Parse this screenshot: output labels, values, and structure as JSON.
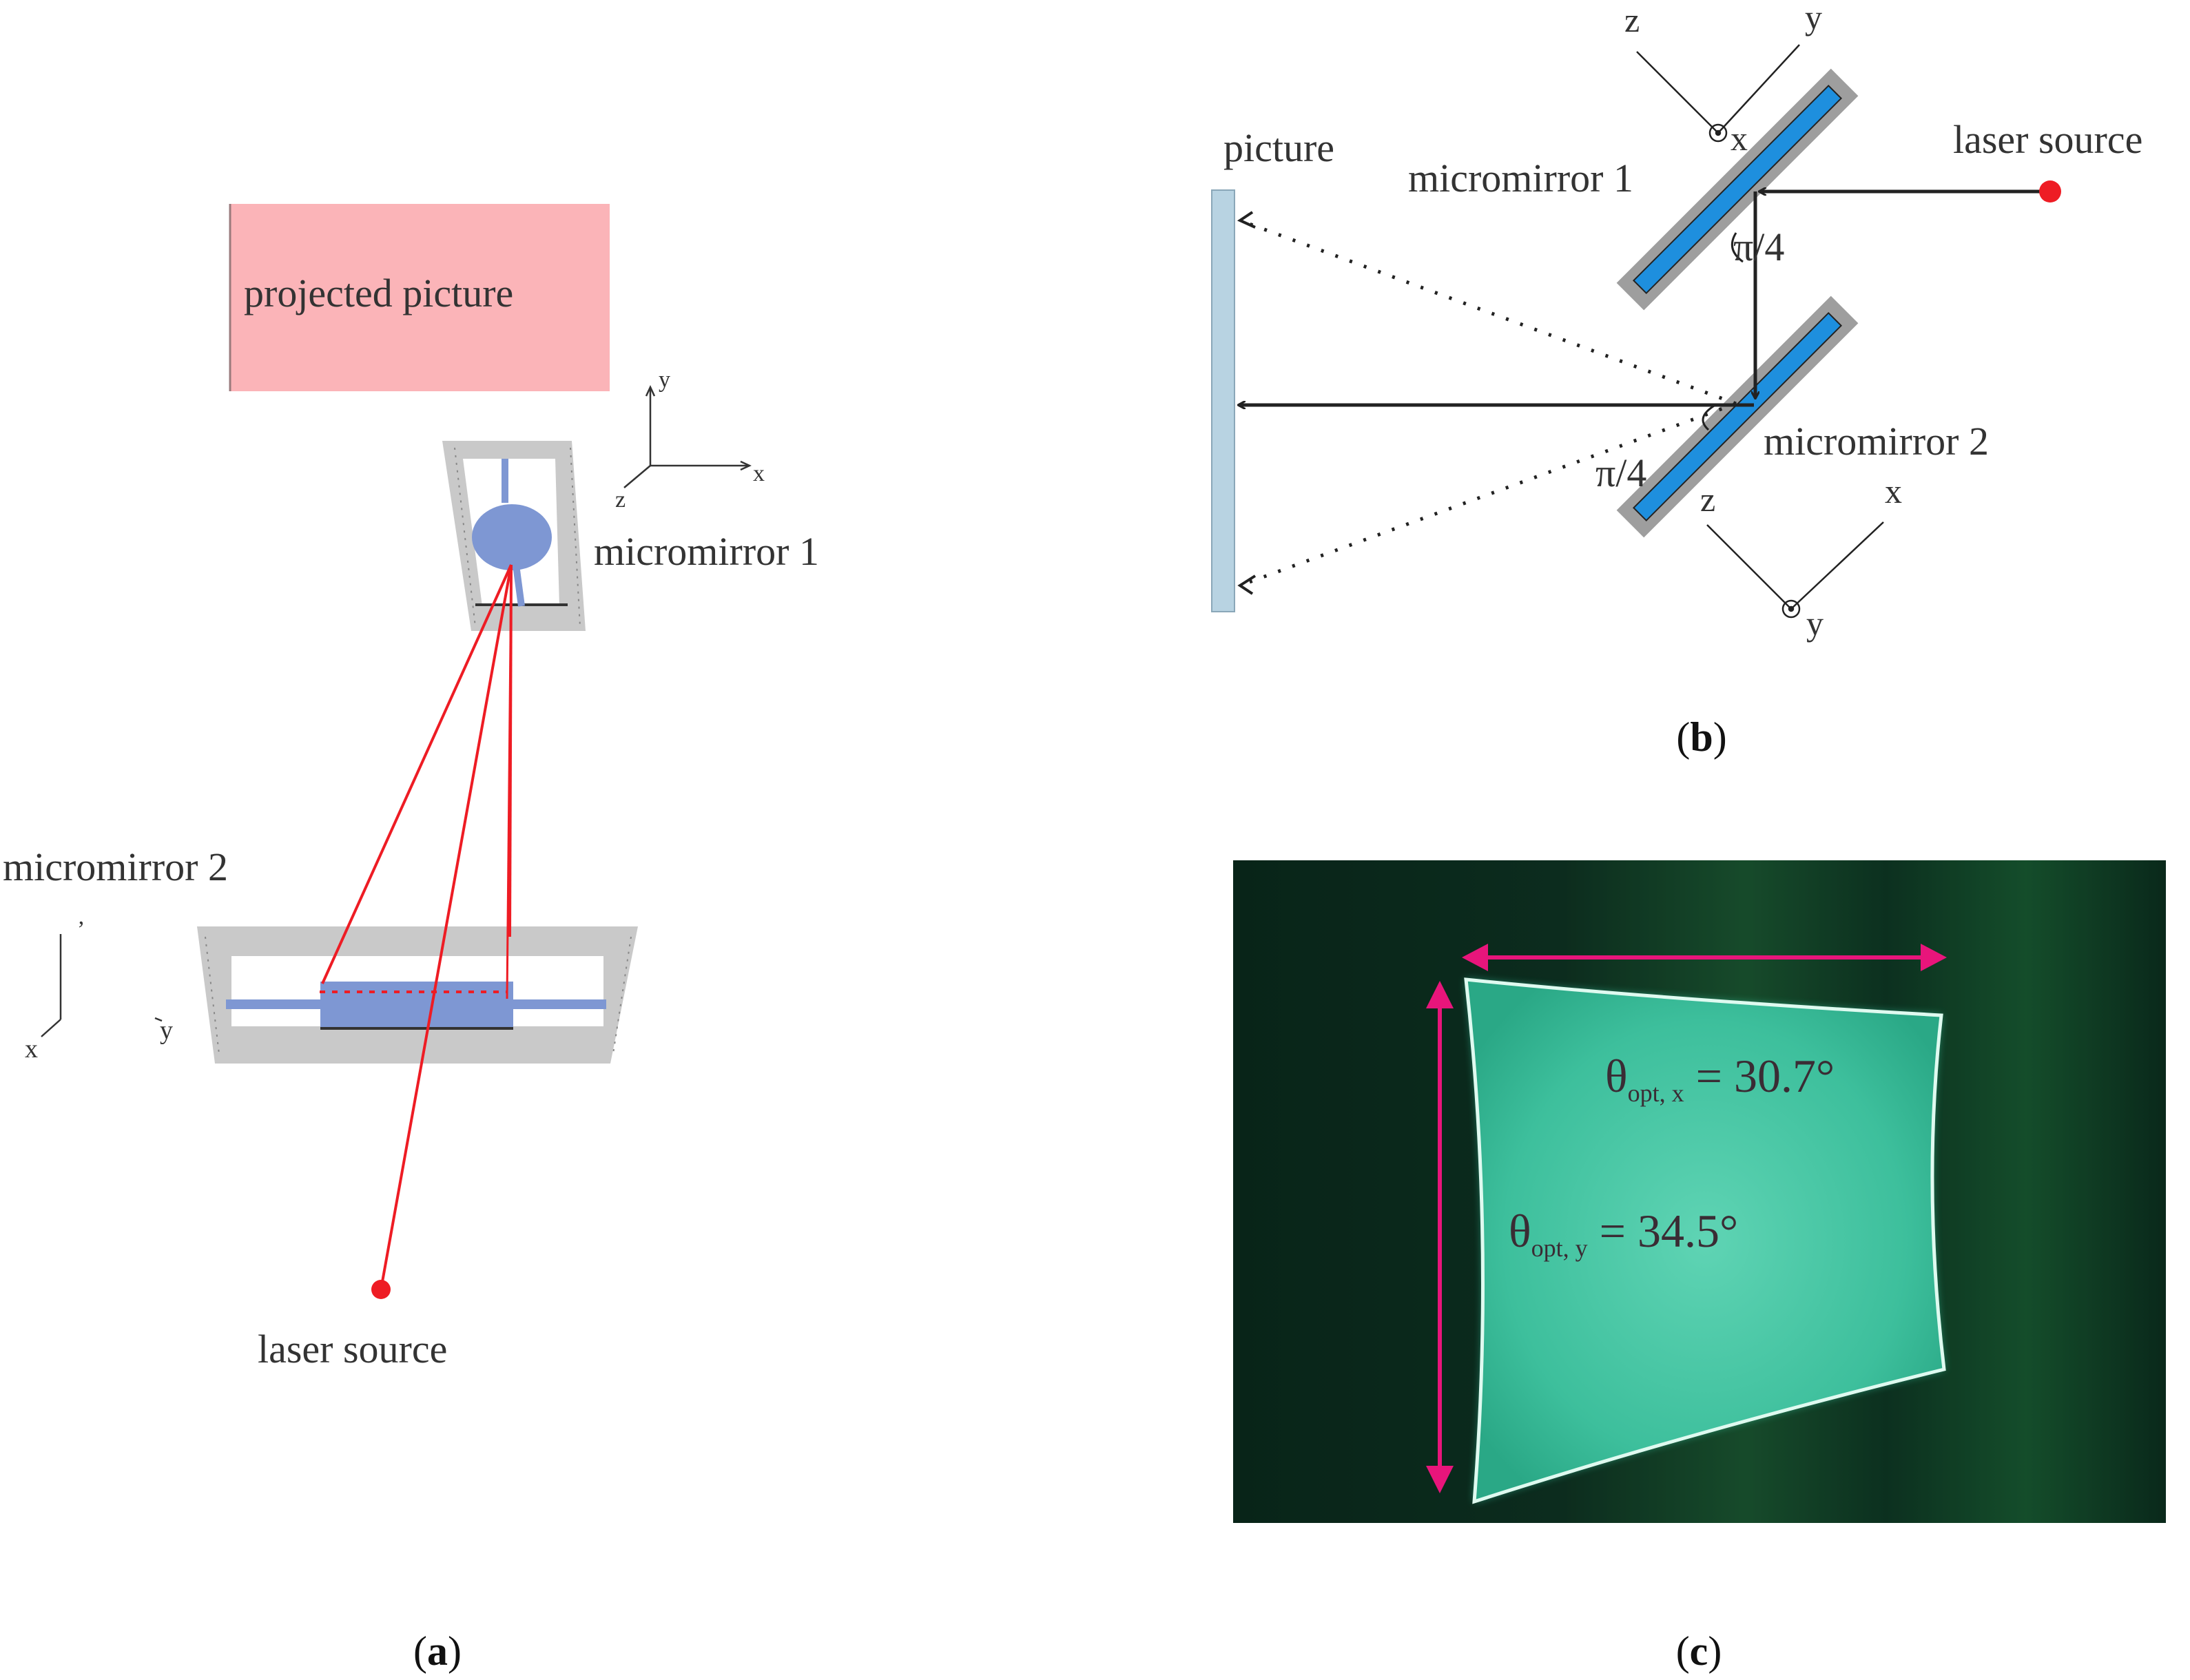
{
  "panel_a": {
    "projected_picture": "projected picture",
    "micromirror_1": "micromirror 1",
    "micromirror_2": "micromirror 2",
    "laser_source": "laser source",
    "axes_top": {
      "y": "y",
      "x": "x",
      "z": "z"
    },
    "axes_left": {
      "top": "’",
      "x": "x",
      "y": "y"
    },
    "caption_letter": "a"
  },
  "panel_b": {
    "picture": "picture",
    "micromirror_1": "micromirror 1",
    "micromirror_2": "micromirror 2",
    "laser_source": "laser source",
    "angle_1": "π/4",
    "angle_2": "π/4",
    "axes_top": {
      "z": "z",
      "y": "y",
      "x": "x"
    },
    "axes_bottom": {
      "z": "z",
      "x": "x",
      "y": "y"
    },
    "caption_letter": "b"
  },
  "panel_c": {
    "theta_x_symbol": "θ",
    "theta_x_sub": "opt, x",
    "theta_x_value": " = 30.7°",
    "theta_y_symbol": "θ",
    "theta_y_sub": "opt, y",
    "theta_y_value": " = 34.5°",
    "caption_letter": "c"
  },
  "colors": {
    "laser_red": "#ee1c24",
    "mirror_blue": "#7e97d3",
    "frame_gray": "#c9c9c9",
    "picture_pink": "#fbb4b8",
    "mirror_b_blue": "#1e8fde",
    "screen_blue": "#b8d3e2",
    "photo_bg": "#0b2a1e",
    "scan_green": "#3fc4a0",
    "arrow_magenta": "#e8157b"
  }
}
